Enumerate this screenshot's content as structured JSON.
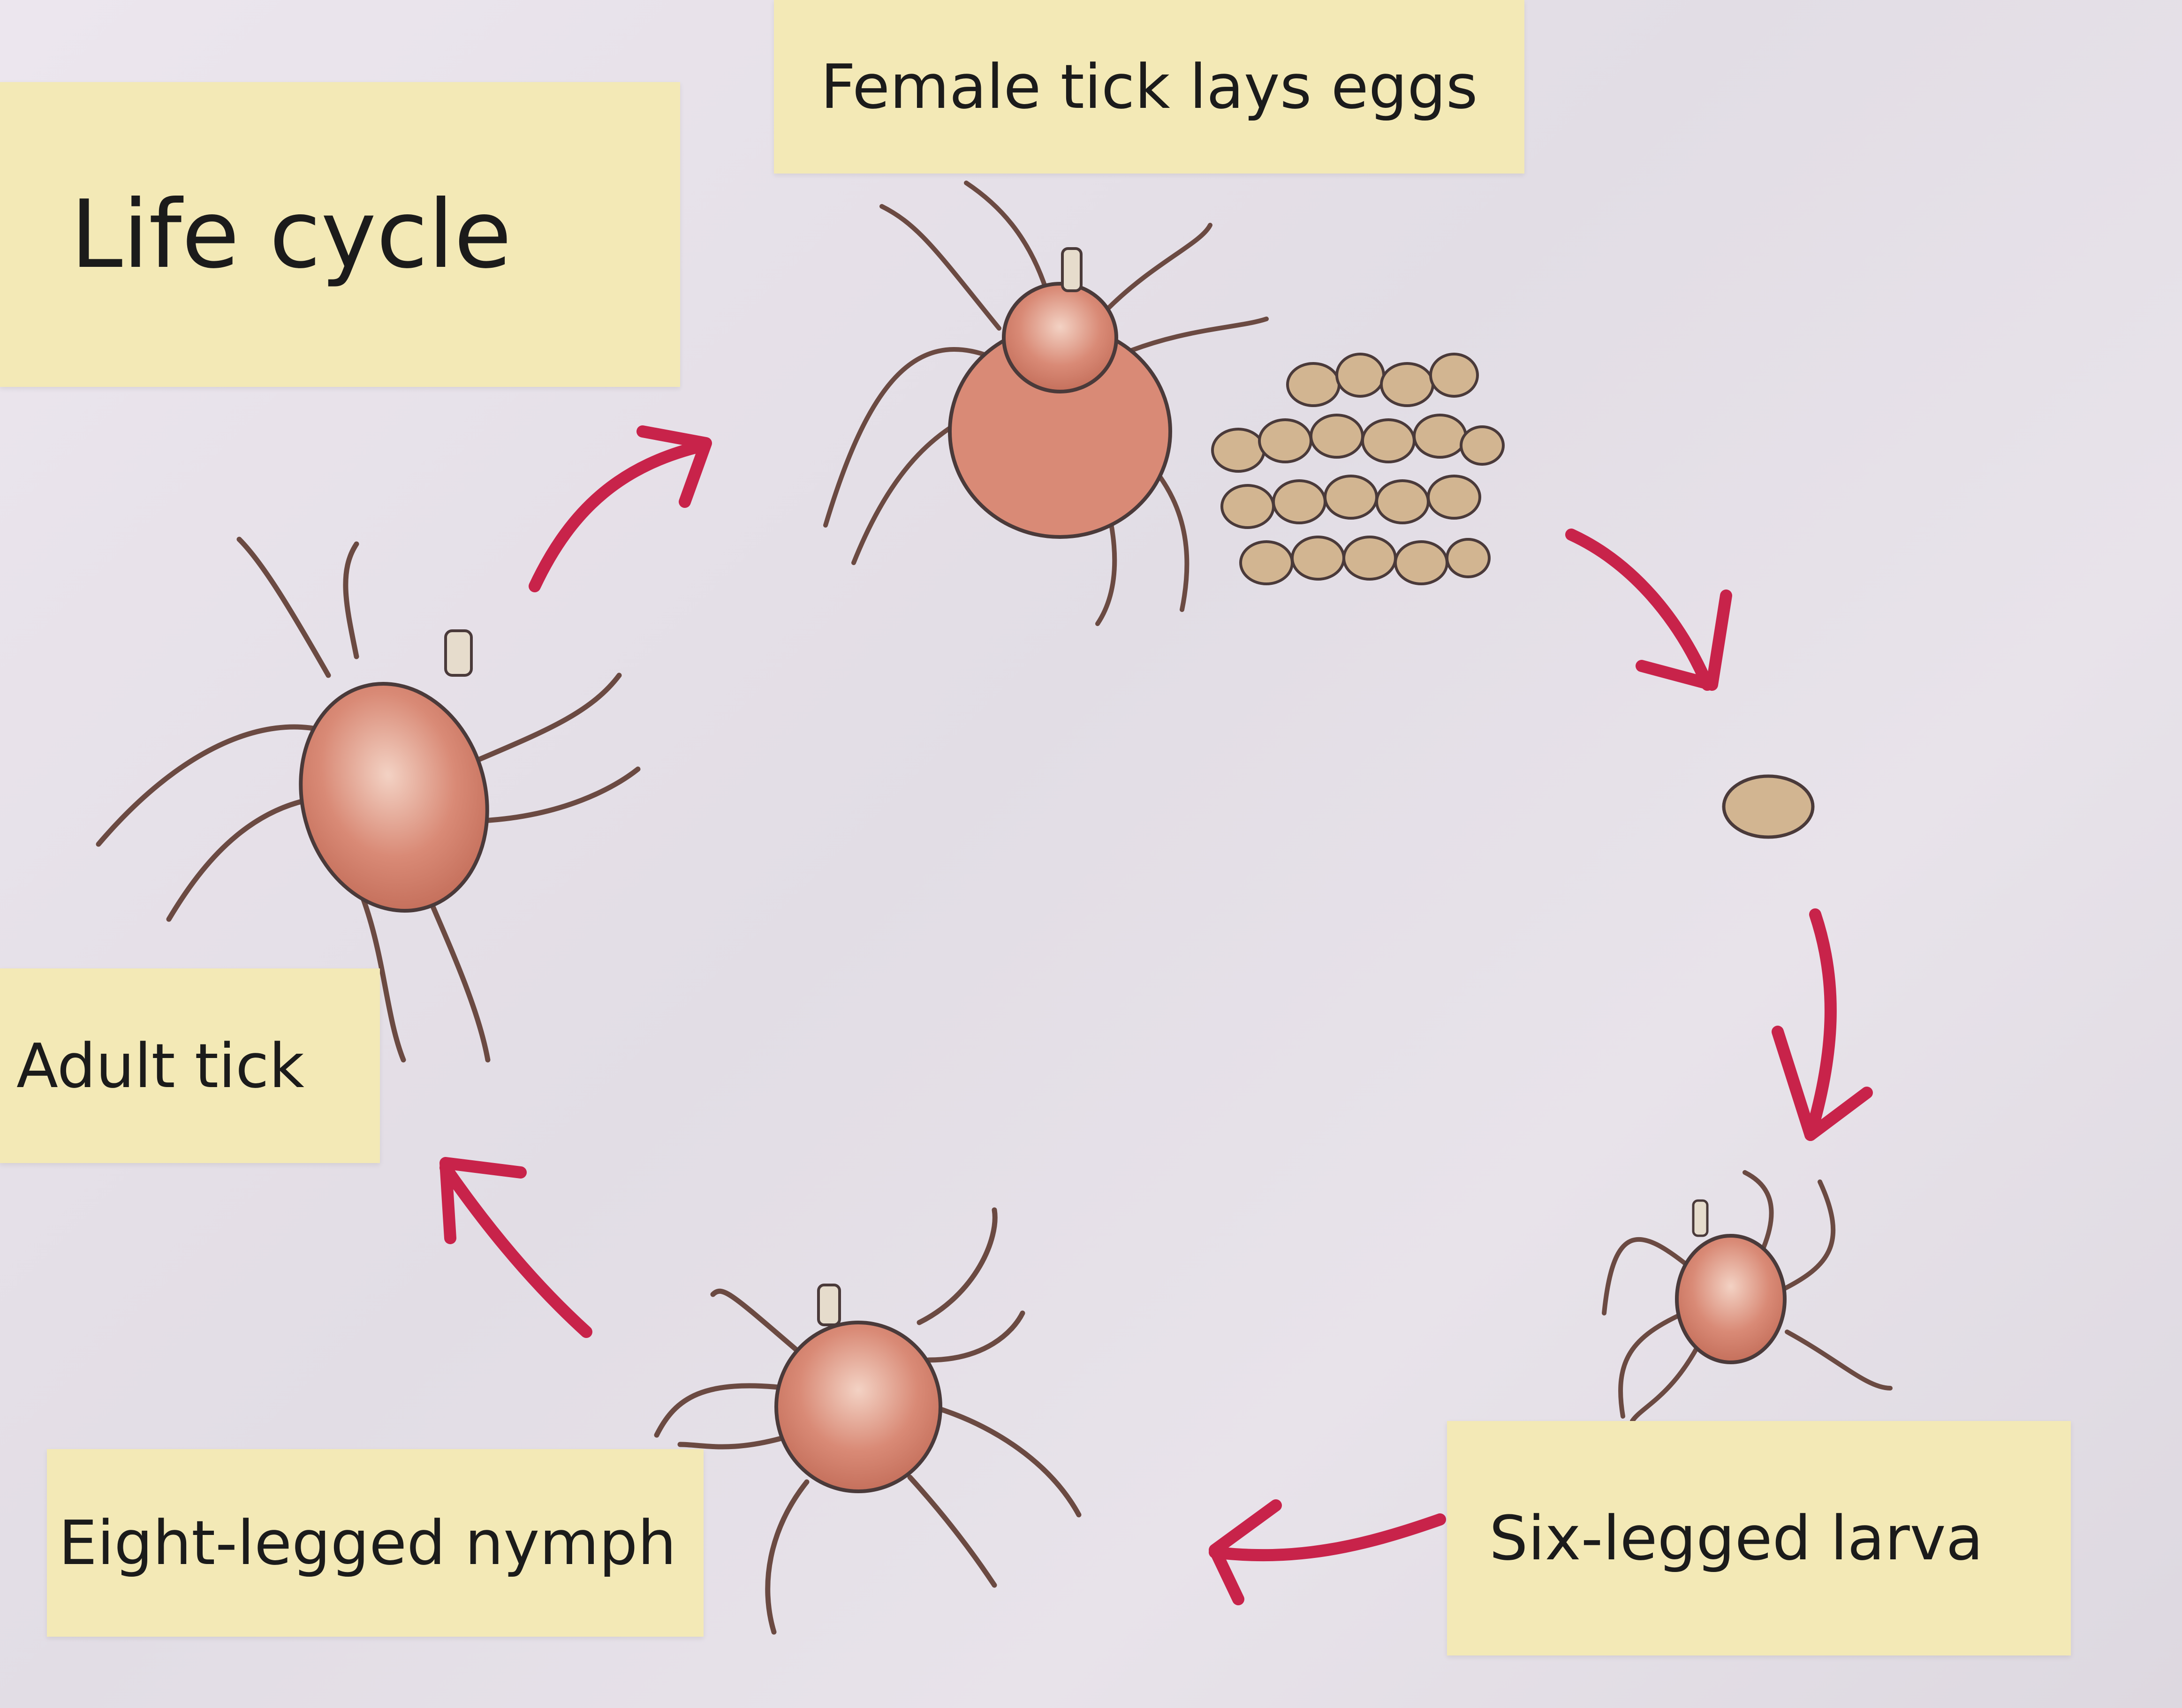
{
  "diagram": {
    "title": "Life cycle",
    "stages": [
      {
        "id": "female",
        "label": "Female tick lays eggs"
      },
      {
        "id": "larva",
        "label": "Six-legged larva"
      },
      {
        "id": "nymph",
        "label": "Eight-legged nymph"
      },
      {
        "id": "adult",
        "label": "Adult  tick"
      }
    ],
    "colors": {
      "arrow": "#c8234a",
      "note": "#f3e9b6",
      "tick_body": "#d98a76",
      "tick_outline": "#4a3a3a",
      "egg": "#d2b591"
    }
  }
}
